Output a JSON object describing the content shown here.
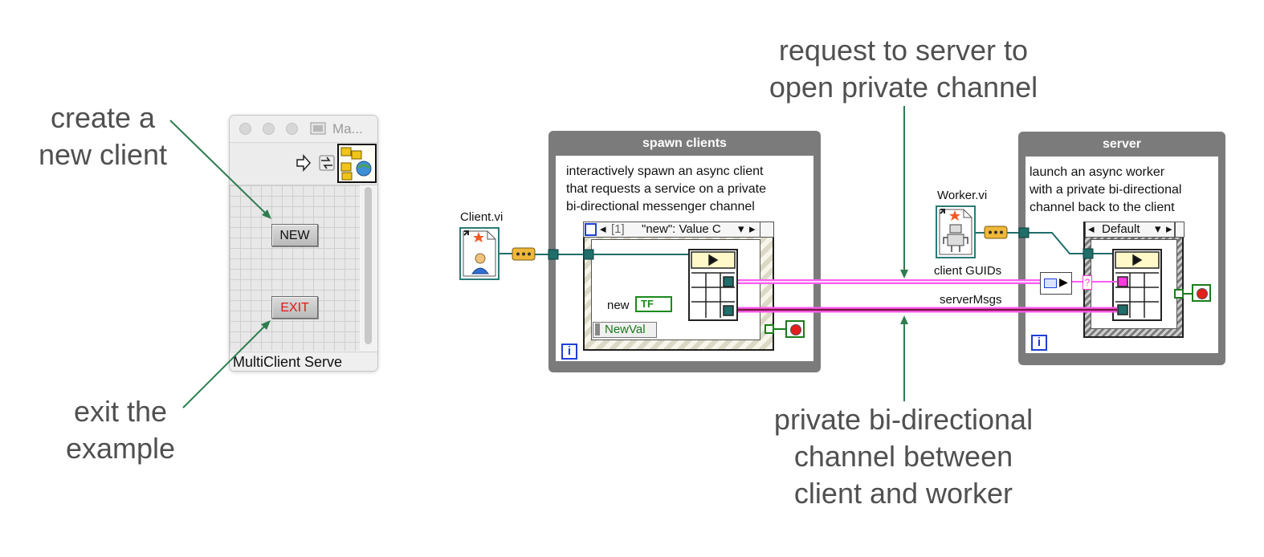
{
  "annotations": {
    "create_new_client": [
      "create a",
      "new client"
    ],
    "exit_example": [
      "exit the",
      "example"
    ],
    "request_channel": [
      "request to server to",
      "open private channel"
    ],
    "private_channel": [
      "private bi-directional",
      "channel between",
      "client and worker"
    ]
  },
  "front_panel": {
    "window_title": "Ma...",
    "new_button": "NEW",
    "exit_button": "EXIT",
    "footer_label": "MultiClient Serve"
  },
  "spawn_clients": {
    "title": "spawn clients",
    "comment": [
      "interactively spawn an async client",
      "that requests a service on a private",
      "bi-directional messenger channel"
    ],
    "case_index": "[1]",
    "case_value": "\"new\": Value C",
    "new_label": "new",
    "tf_label": "TF",
    "newval_label": "NewVal",
    "iteration": "i",
    "client_vi_label": "Client.vi"
  },
  "server": {
    "title": "server",
    "comment": [
      "launch an async worker",
      "with a private bi-directional",
      "channel back to the client"
    ],
    "case_value": "Default",
    "iteration": "i",
    "worker_vi_label": "Worker.vi",
    "client_guids_label": "client GUIDs",
    "server_msgs_label": "serverMsgs"
  },
  "colors": {
    "annotation_arrow": "#2f7d4f",
    "channel_wire": "#ff5cf0",
    "msg_wire": "#7a1840",
    "ref_wire": "#1f6e6a",
    "structure_border": "#7b7b7b"
  }
}
